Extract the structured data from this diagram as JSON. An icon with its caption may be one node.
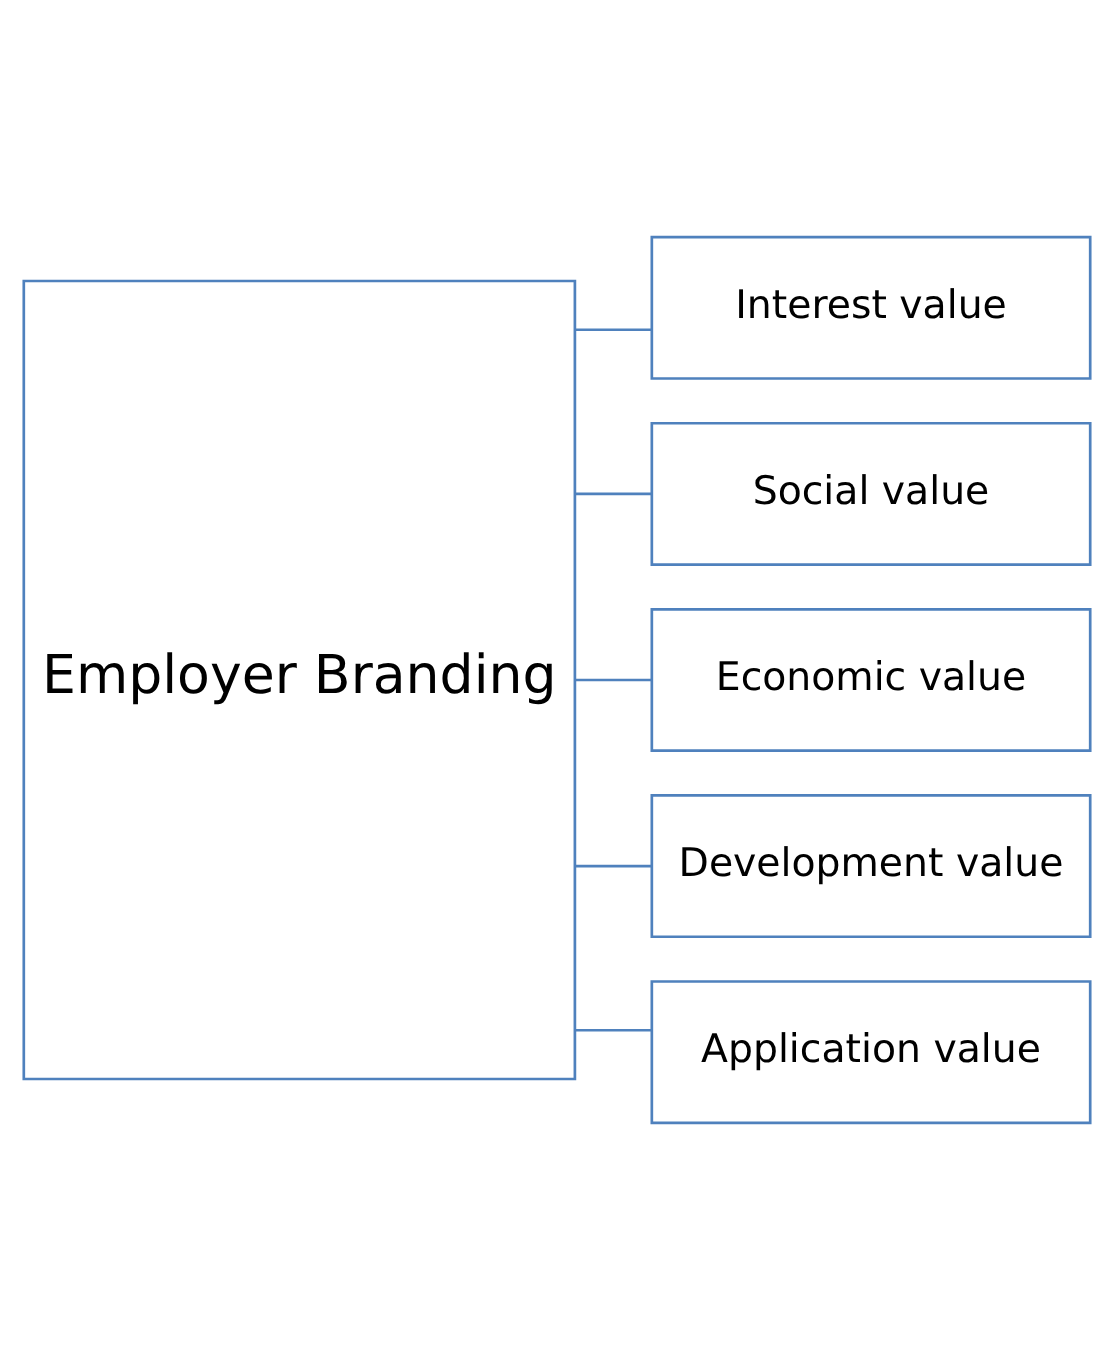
{
  "diagram": {
    "nodes": [
      {
        "text": [
          "Employer Branding"
        ]
      },
      {
        "text": [
          "Interest value"
        ]
      },
      {
        "text": [
          "Social value"
        ]
      },
      {
        "text": [
          "Economic value"
        ]
      },
      {
        "text": [
          "Development value"
        ]
      },
      {
        "text": [
          "Application value"
        ]
      }
    ],
    "edges": [
      {
        "from": 0,
        "to": 1,
        "arrow": "none"
      },
      {
        "from": 0,
        "to": 2,
        "arrow": "none"
      },
      {
        "from": 0,
        "to": 3,
        "arrow": "none"
      },
      {
        "from": 0,
        "to": 4,
        "arrow": "none"
      },
      {
        "from": 0,
        "to": 5,
        "arrow": "none"
      }
    ]
  }
}
